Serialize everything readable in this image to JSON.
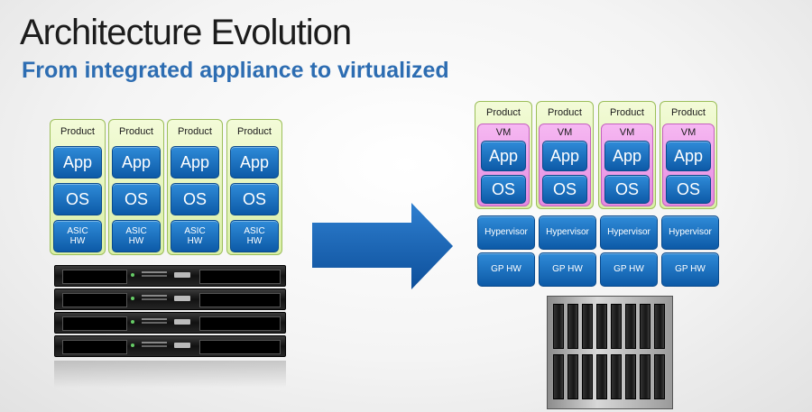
{
  "title": "Architecture Evolution",
  "subtitle": "From integrated appliance to virtualized",
  "left": {
    "stacks": [
      {
        "product": "Product",
        "app": "App",
        "os": "OS",
        "hw_line1": "ASIC",
        "hw_line2": "HW"
      },
      {
        "product": "Product",
        "app": "App",
        "os": "OS",
        "hw_line1": "ASIC",
        "hw_line2": "HW"
      },
      {
        "product": "Product",
        "app": "App",
        "os": "OS",
        "hw_line1": "ASIC",
        "hw_line2": "HW"
      },
      {
        "product": "Product",
        "app": "App",
        "os": "OS",
        "hw_line1": "ASIC",
        "hw_line2": "HW"
      }
    ],
    "appliance_count": 4
  },
  "right": {
    "stacks": [
      {
        "product": "Product",
        "vm": "VM",
        "app": "App",
        "os": "OS",
        "hypervisor": "Hypervisor",
        "hw": "GP HW"
      },
      {
        "product": "Product",
        "vm": "VM",
        "app": "App",
        "os": "OS",
        "hypervisor": "Hypervisor",
        "hw": "GP HW"
      },
      {
        "product": "Product",
        "vm": "VM",
        "app": "App",
        "os": "OS",
        "hypervisor": "Hypervisor",
        "hw": "GP HW"
      },
      {
        "product": "Product",
        "vm": "VM",
        "app": "App",
        "os": "OS",
        "hypervisor": "Hypervisor",
        "hw": "GP HW"
      }
    ]
  },
  "colors": {
    "subtitle": "#2d6db2",
    "block_blue": "#1570c2",
    "product_green": "#d9efa6",
    "vm_pink": "#e48be0",
    "arrow_blue": "#1a63b5"
  },
  "icons": [
    "rack-appliance-icon",
    "blade-server-chassis-icon",
    "right-arrow-icon"
  ]
}
